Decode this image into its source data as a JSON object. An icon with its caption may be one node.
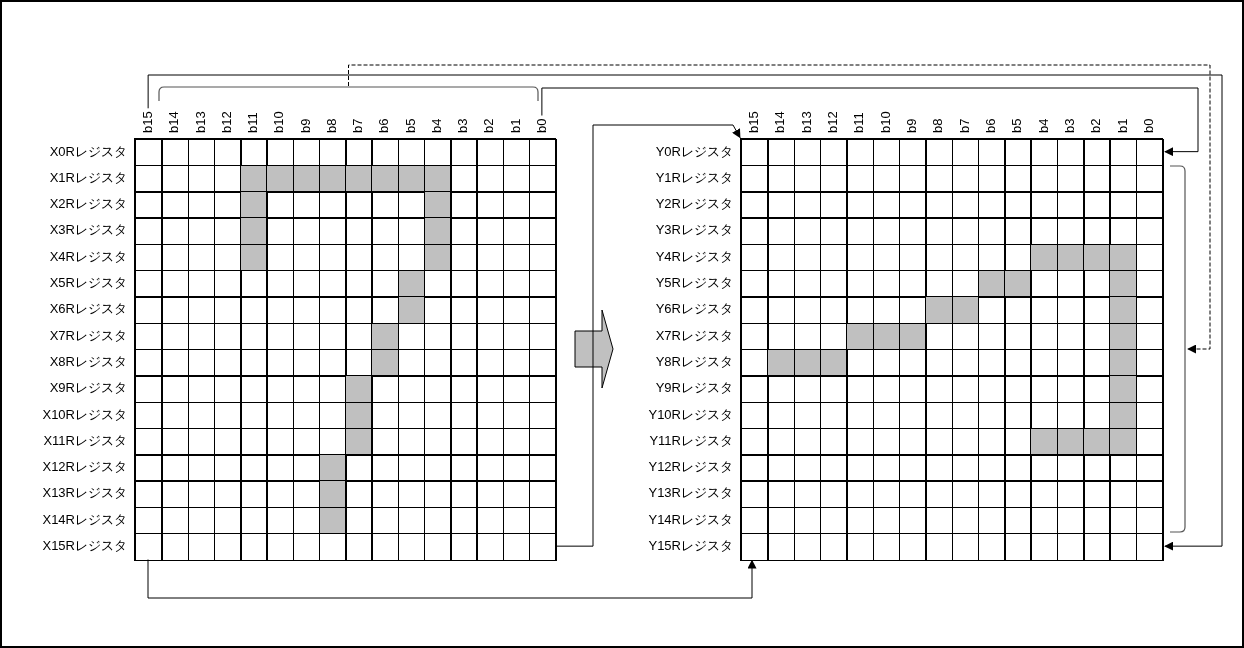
{
  "diagram": {
    "nodes": [
      {
        "text": [],
        "shape": "box"
      },
      {
        "text": [
          "X0Rレジスタ"
        ]
      },
      {
        "text": [
          "X1Rレジスタ"
        ]
      },
      {
        "text": [
          "X2Rレジスタ"
        ]
      },
      {
        "text": [
          "X3Rレジスタ"
        ]
      },
      {
        "text": [
          "X4Rレジスタ"
        ]
      },
      {
        "text": [
          "X5Rレジスタ"
        ]
      },
      {
        "text": [
          "X6Rレジスタ"
        ]
      },
      {
        "text": [
          "X7Rレジスタ"
        ]
      },
      {
        "text": [
          "X8Rレジスタ"
        ]
      },
      {
        "text": [
          "X9Rレジスタ"
        ]
      },
      {
        "text": [
          "X10Rレジスタ"
        ]
      },
      {
        "text": [
          "X11Rレジスタ"
        ]
      },
      {
        "text": [
          "X12Rレジスタ"
        ]
      },
      {
        "text": [
          "X13Rレジスタ"
        ]
      },
      {
        "text": [
          "X14Rレジスタ"
        ]
      },
      {
        "text": [
          "X15Rレジスタ"
        ]
      },
      {
        "text": [],
        "shape": "box"
      },
      {
        "text": [
          "Y0Rレジスタ"
        ]
      },
      {
        "text": [
          "Y1Rレジスタ"
        ]
      },
      {
        "text": [
          "Y2Rレジスタ"
        ]
      },
      {
        "text": [
          "Y3Rレジスタ"
        ]
      },
      {
        "text": [
          "Y4Rレジスタ"
        ]
      },
      {
        "text": [
          "Y5Rレジスタ"
        ]
      },
      {
        "text": [
          "Y6Rレジスタ"
        ]
      },
      {
        "text": [
          "X7Rレジスタ"
        ]
      },
      {
        "text": [
          "Y8Rレジスタ"
        ]
      },
      {
        "text": [
          "Y9Rレジスタ"
        ]
      },
      {
        "text": [
          "Y10Rレジスタ"
        ]
      },
      {
        "text": [
          "Y11Rレジスタ"
        ]
      },
      {
        "text": [
          "Y12Rレジスタ"
        ]
      },
      {
        "text": [
          "Y13Rレジスタ"
        ]
      },
      {
        "text": [
          "Y14Rレジスタ"
        ]
      },
      {
        "text": [
          "Y15Rレジスタ"
        ]
      },
      {
        "text": [
          "b15"
        ]
      },
      {
        "text": [],
        "shape": "bracket"
      },
      {
        "text": [
          "b0"
        ]
      },
      {
        "text": [],
        "shape": "bracket"
      }
    ],
    "edges": [
      {
        "from": 34,
        "to": 33,
        "arrow": "to"
      },
      {
        "from": 35,
        "to": 37,
        "arrow": "to",
        "style": "dashed"
      },
      {
        "from": 36,
        "to": 18,
        "arrow": "to"
      },
      {
        "from": 16,
        "to": 17,
        "arrow": "to"
      },
      {
        "from": 0,
        "to": 17,
        "arrow": "to"
      }
    ],
    "labels": [
      "b14",
      "b13",
      "b12",
      "b11",
      "b10",
      "b9",
      "b8",
      "b7",
      "b6",
      "b5",
      "b4",
      "b3",
      "b2",
      "b1",
      "b15",
      "b14",
      "b13",
      "b12",
      "b11",
      "b10",
      "b9",
      "b8",
      "b7",
      "b6",
      "b5",
      "b4",
      "b3",
      "b2",
      "b1",
      "b0"
    ]
  }
}
